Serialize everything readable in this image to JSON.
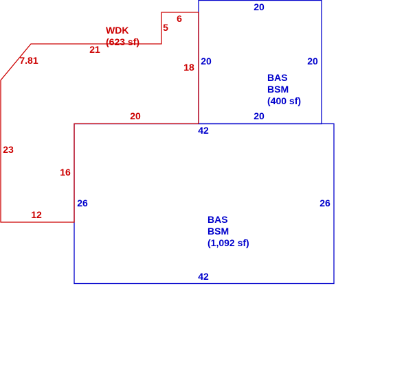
{
  "colors": {
    "deck": "#cc0000",
    "building": "#0000cc",
    "background": "#ffffff"
  },
  "upper_bas": {
    "label_line1": "BAS",
    "label_line2": "BSM",
    "area": "(400 sf)",
    "dim_top": "20",
    "dim_left": "20",
    "dim_right": "20",
    "dim_bottom": "20"
  },
  "lower_bas": {
    "label_line1": "BAS",
    "label_line2": "BSM",
    "area": "(1,092 sf)",
    "dim_top": "42",
    "dim_left": "26",
    "dim_right": "26",
    "dim_bottom": "42"
  },
  "wdk": {
    "label": "WDK",
    "area": "(623 sf)",
    "dim_top_small": "6",
    "dim_step": "5",
    "dim_21": "21",
    "dim_diag": "7.81",
    "dim_18": "18",
    "dim_20": "20",
    "dim_23": "23",
    "dim_16": "16",
    "dim_12": "12"
  }
}
